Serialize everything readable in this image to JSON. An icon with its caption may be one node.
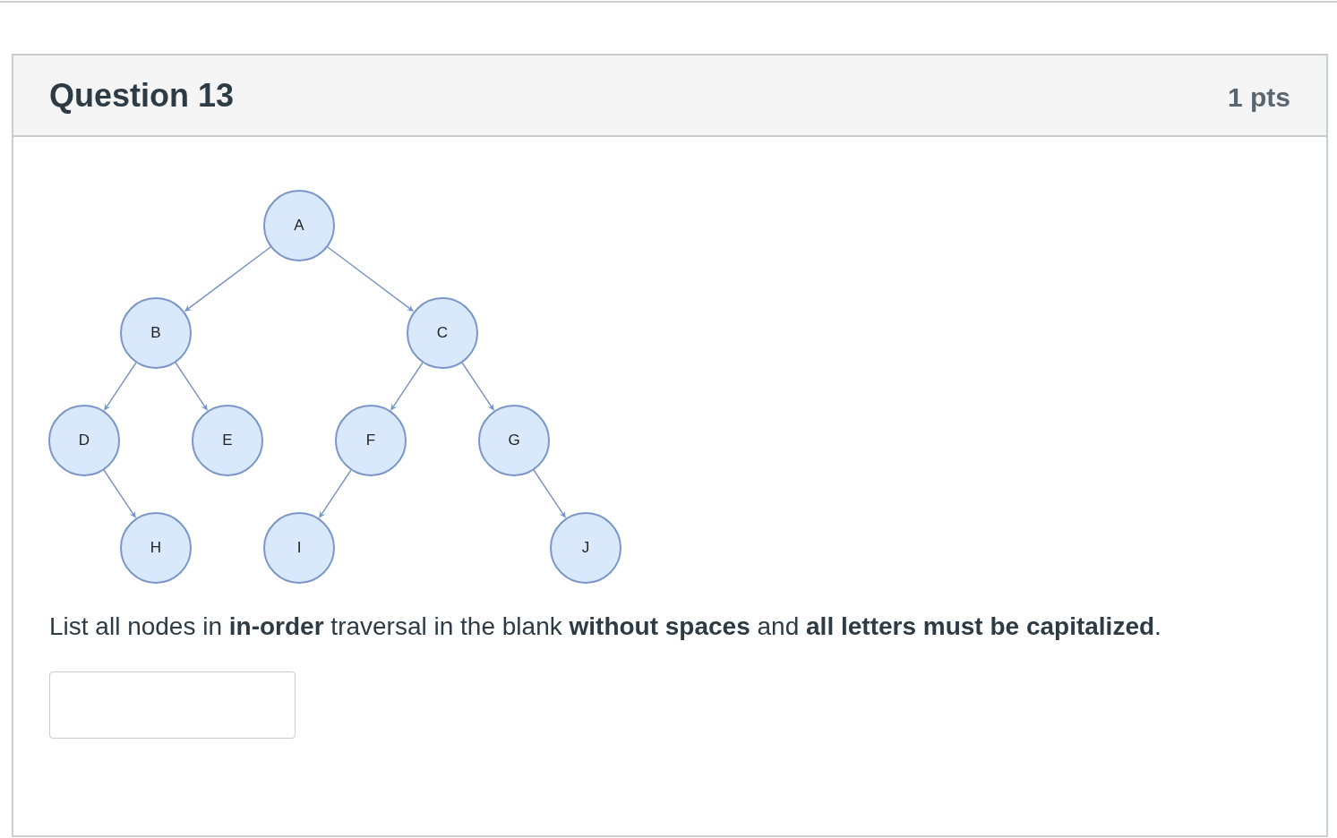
{
  "diagram": {
    "title": "Question 13",
    "nodes": [
      {
        "text": [
          "A"
        ]
      },
      {
        "text": [
          "B"
        ]
      },
      {
        "text": [
          "C"
        ]
      },
      {
        "text": [
          "D"
        ]
      },
      {
        "text": [
          "E"
        ]
      },
      {
        "text": [
          "F"
        ]
      },
      {
        "text": [
          "G"
        ]
      },
      {
        "text": [
          "H"
        ]
      },
      {
        "text": [
          "I"
        ]
      },
      {
        "text": [
          "J"
        ]
      }
    ],
    "edges": [
      {
        "from": 0,
        "to": 1,
        "arrow": "to"
      },
      {
        "from": 0,
        "to": 2,
        "arrow": "to"
      },
      {
        "from": 1,
        "to": 3,
        "arrow": "to"
      },
      {
        "from": 1,
        "to": 4,
        "arrow": "to"
      },
      {
        "from": 2,
        "to": 5,
        "arrow": "to"
      },
      {
        "from": 2,
        "to": 6,
        "arrow": "to"
      },
      {
        "from": 3,
        "to": 7,
        "arrow": "to"
      },
      {
        "from": 5,
        "to": 8,
        "arrow": "to"
      },
      {
        "from": 6,
        "to": 9,
        "arrow": "to"
      }
    ],
    "labels": [
      "1 pts",
      "List all nodes in **in-order** traversal in the blank **without spaces** and **all letters must be capitalized**."
    ]
  }
}
